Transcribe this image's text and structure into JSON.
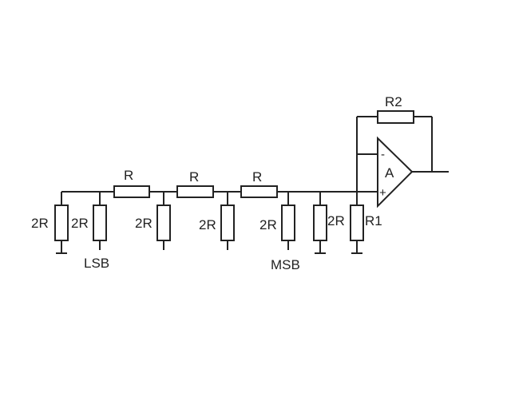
{
  "labels": {
    "r_series": [
      "R",
      "R",
      "R"
    ],
    "r_shunt": [
      "2R",
      "2R",
      "2R",
      "2R",
      "2R",
      "2R"
    ],
    "r1": "R1",
    "r2": "R2",
    "lsb": "LSB",
    "msb": "MSB",
    "amp": "A",
    "minus": "-",
    "plus": "+"
  }
}
